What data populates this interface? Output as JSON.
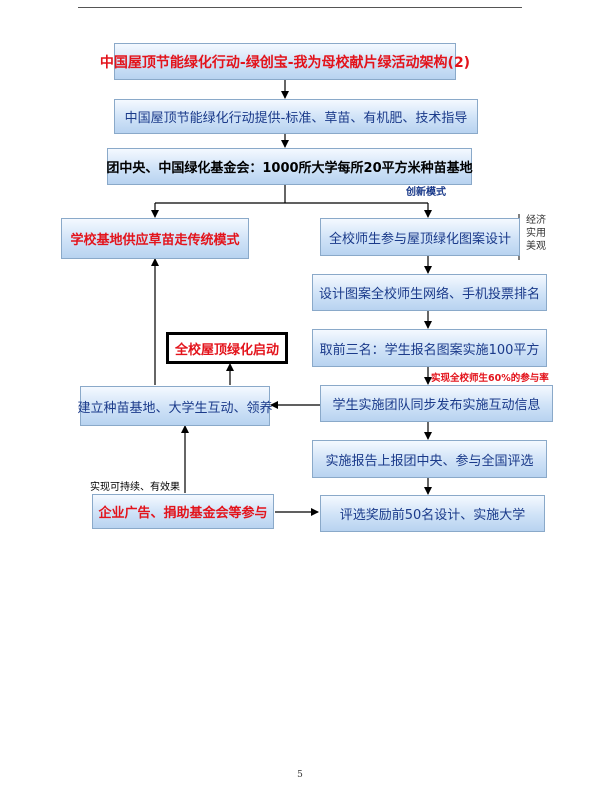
{
  "title": "中国屋顶节能绿化行动-绿创宝-我为母校献片绿活动架构(2)",
  "boxes": {
    "provider": "中国屋顶节能绿化行动提供-标准、草苗、有机肥、技术指导",
    "league": "团中央、中国绿化基金会：1000所大学每所20平方米种苗基地",
    "traditional": "学校基地供应草苗走传统模式",
    "design": "全校师生参与屋顶绿化图案设计",
    "vote": "设计图案全校师生网络、手机投票排名",
    "top3": "取前三名：学生报名图案实施100平方",
    "team": "学生实施团队同步发布实施互动信息",
    "report": "实施报告上报团中央、参与全国评选",
    "award": "评选奖励前50名设计、实施大学",
    "base": "建立种苗基地、大学生互动、领养",
    "start": "全校屋顶绿化启动",
    "enterprise": "企业广告、捐助基金会等参与"
  },
  "notes": {
    "innovation": "创新模式",
    "participation": "实现全校师生60%的参与率",
    "sustainable": "实现可持续、有效果",
    "side_lines": [
      "经济",
      "实用",
      "美观"
    ]
  },
  "page_number": "5"
}
